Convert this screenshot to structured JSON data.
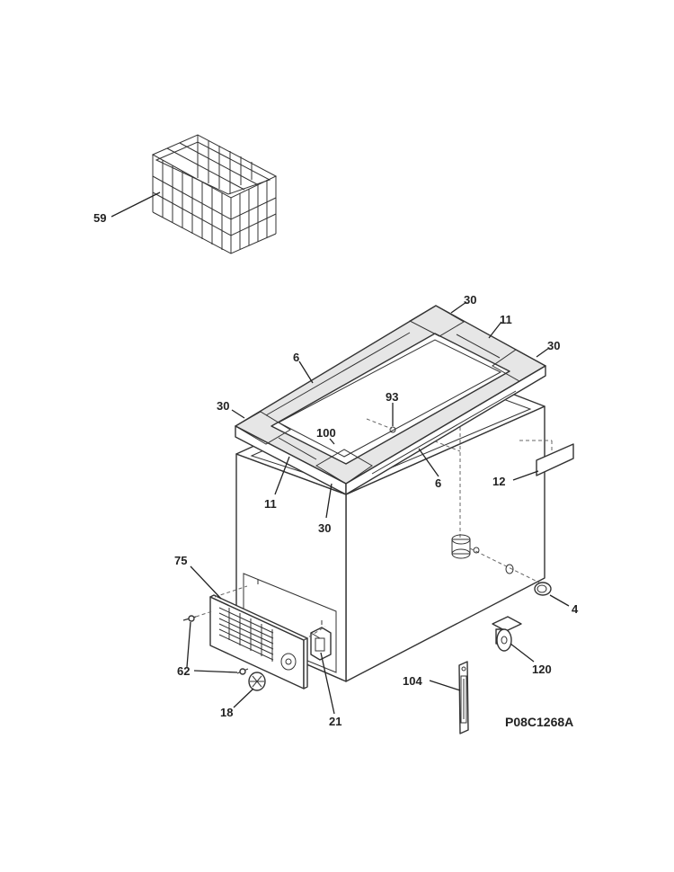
{
  "diagram": {
    "drawing_code": "P08C1268A",
    "callouts": {
      "basket": "59",
      "gasket_corner_back": "30",
      "gasket_side_back": "11",
      "gasket_corner_right": "30",
      "gasket_long_back": "6",
      "gasket_corner_left": "30",
      "drain_plug": "93",
      "lid_liner": "100",
      "gasket_side_front": "11",
      "gasket_corner_front": "30",
      "gasket_long_front": "6",
      "label": "12",
      "drain_cap": "4",
      "grille": "75",
      "screws": "62",
      "knob": "18",
      "control": "21",
      "thermometer": "104",
      "caster": "120"
    }
  }
}
